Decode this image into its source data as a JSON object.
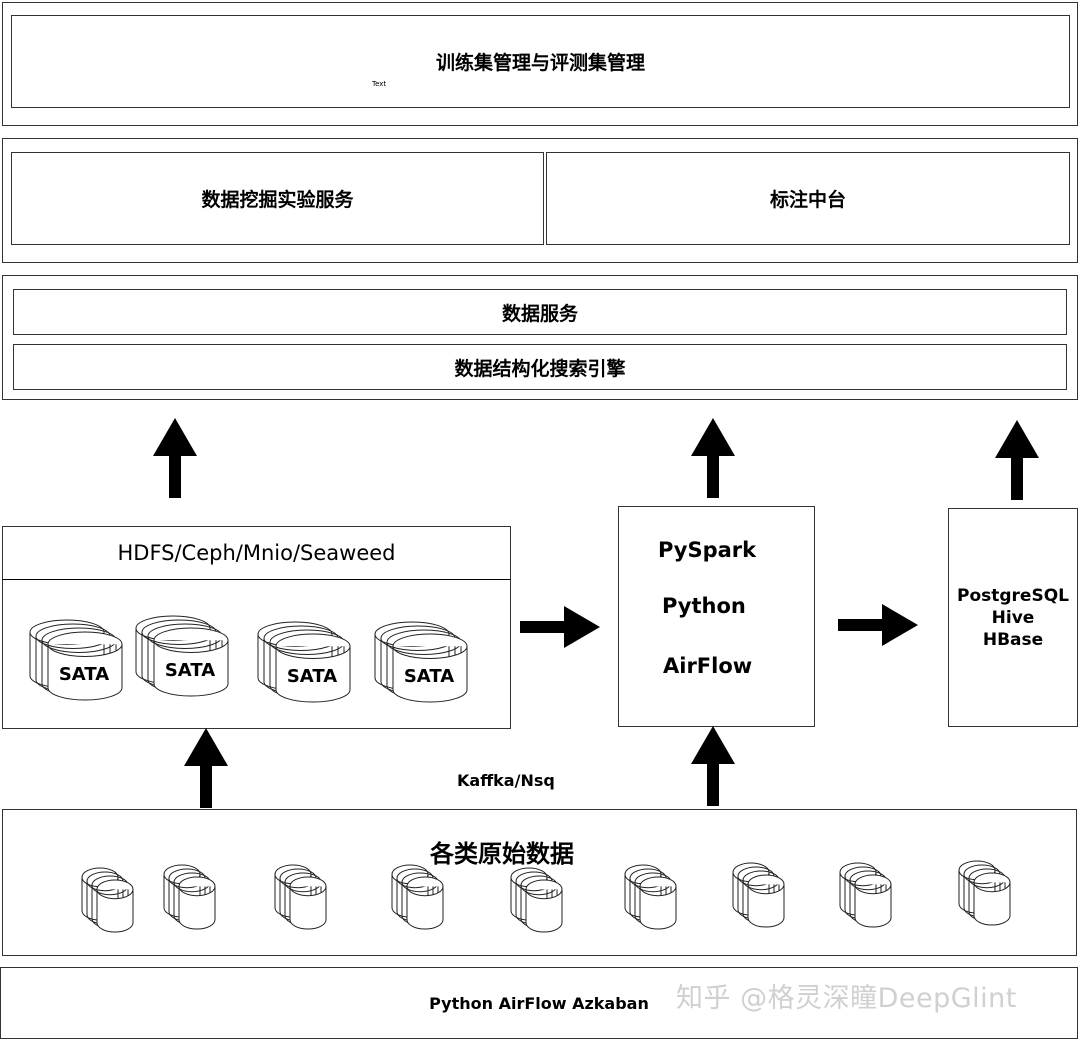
{
  "top": {
    "title": "训练集管理与评测集管理",
    "tiny_text": "Text"
  },
  "services": {
    "left": "数据挖掘实验服务",
    "right": "标注中台"
  },
  "data_layer": {
    "service": "数据服务",
    "search": "数据结构化搜索引擎"
  },
  "storage": {
    "title": "HDFS/Ceph/Mnio/Seaweed",
    "disks": [
      "SATA",
      "SATA",
      "SATA",
      "SATA"
    ]
  },
  "compute": {
    "items": [
      "PySpark",
      "Python",
      "AirFlow"
    ]
  },
  "db": {
    "items": [
      "PostgreSQL",
      "Hive",
      "HBase"
    ]
  },
  "transport": {
    "label": "Kaffka/Nsq"
  },
  "raw": {
    "title": "各类原始数据"
  },
  "scheduler": {
    "label": "Python AirFlow Azkaban"
  },
  "watermark": {
    "text": "知乎 @格灵深瞳DeepGlint"
  }
}
